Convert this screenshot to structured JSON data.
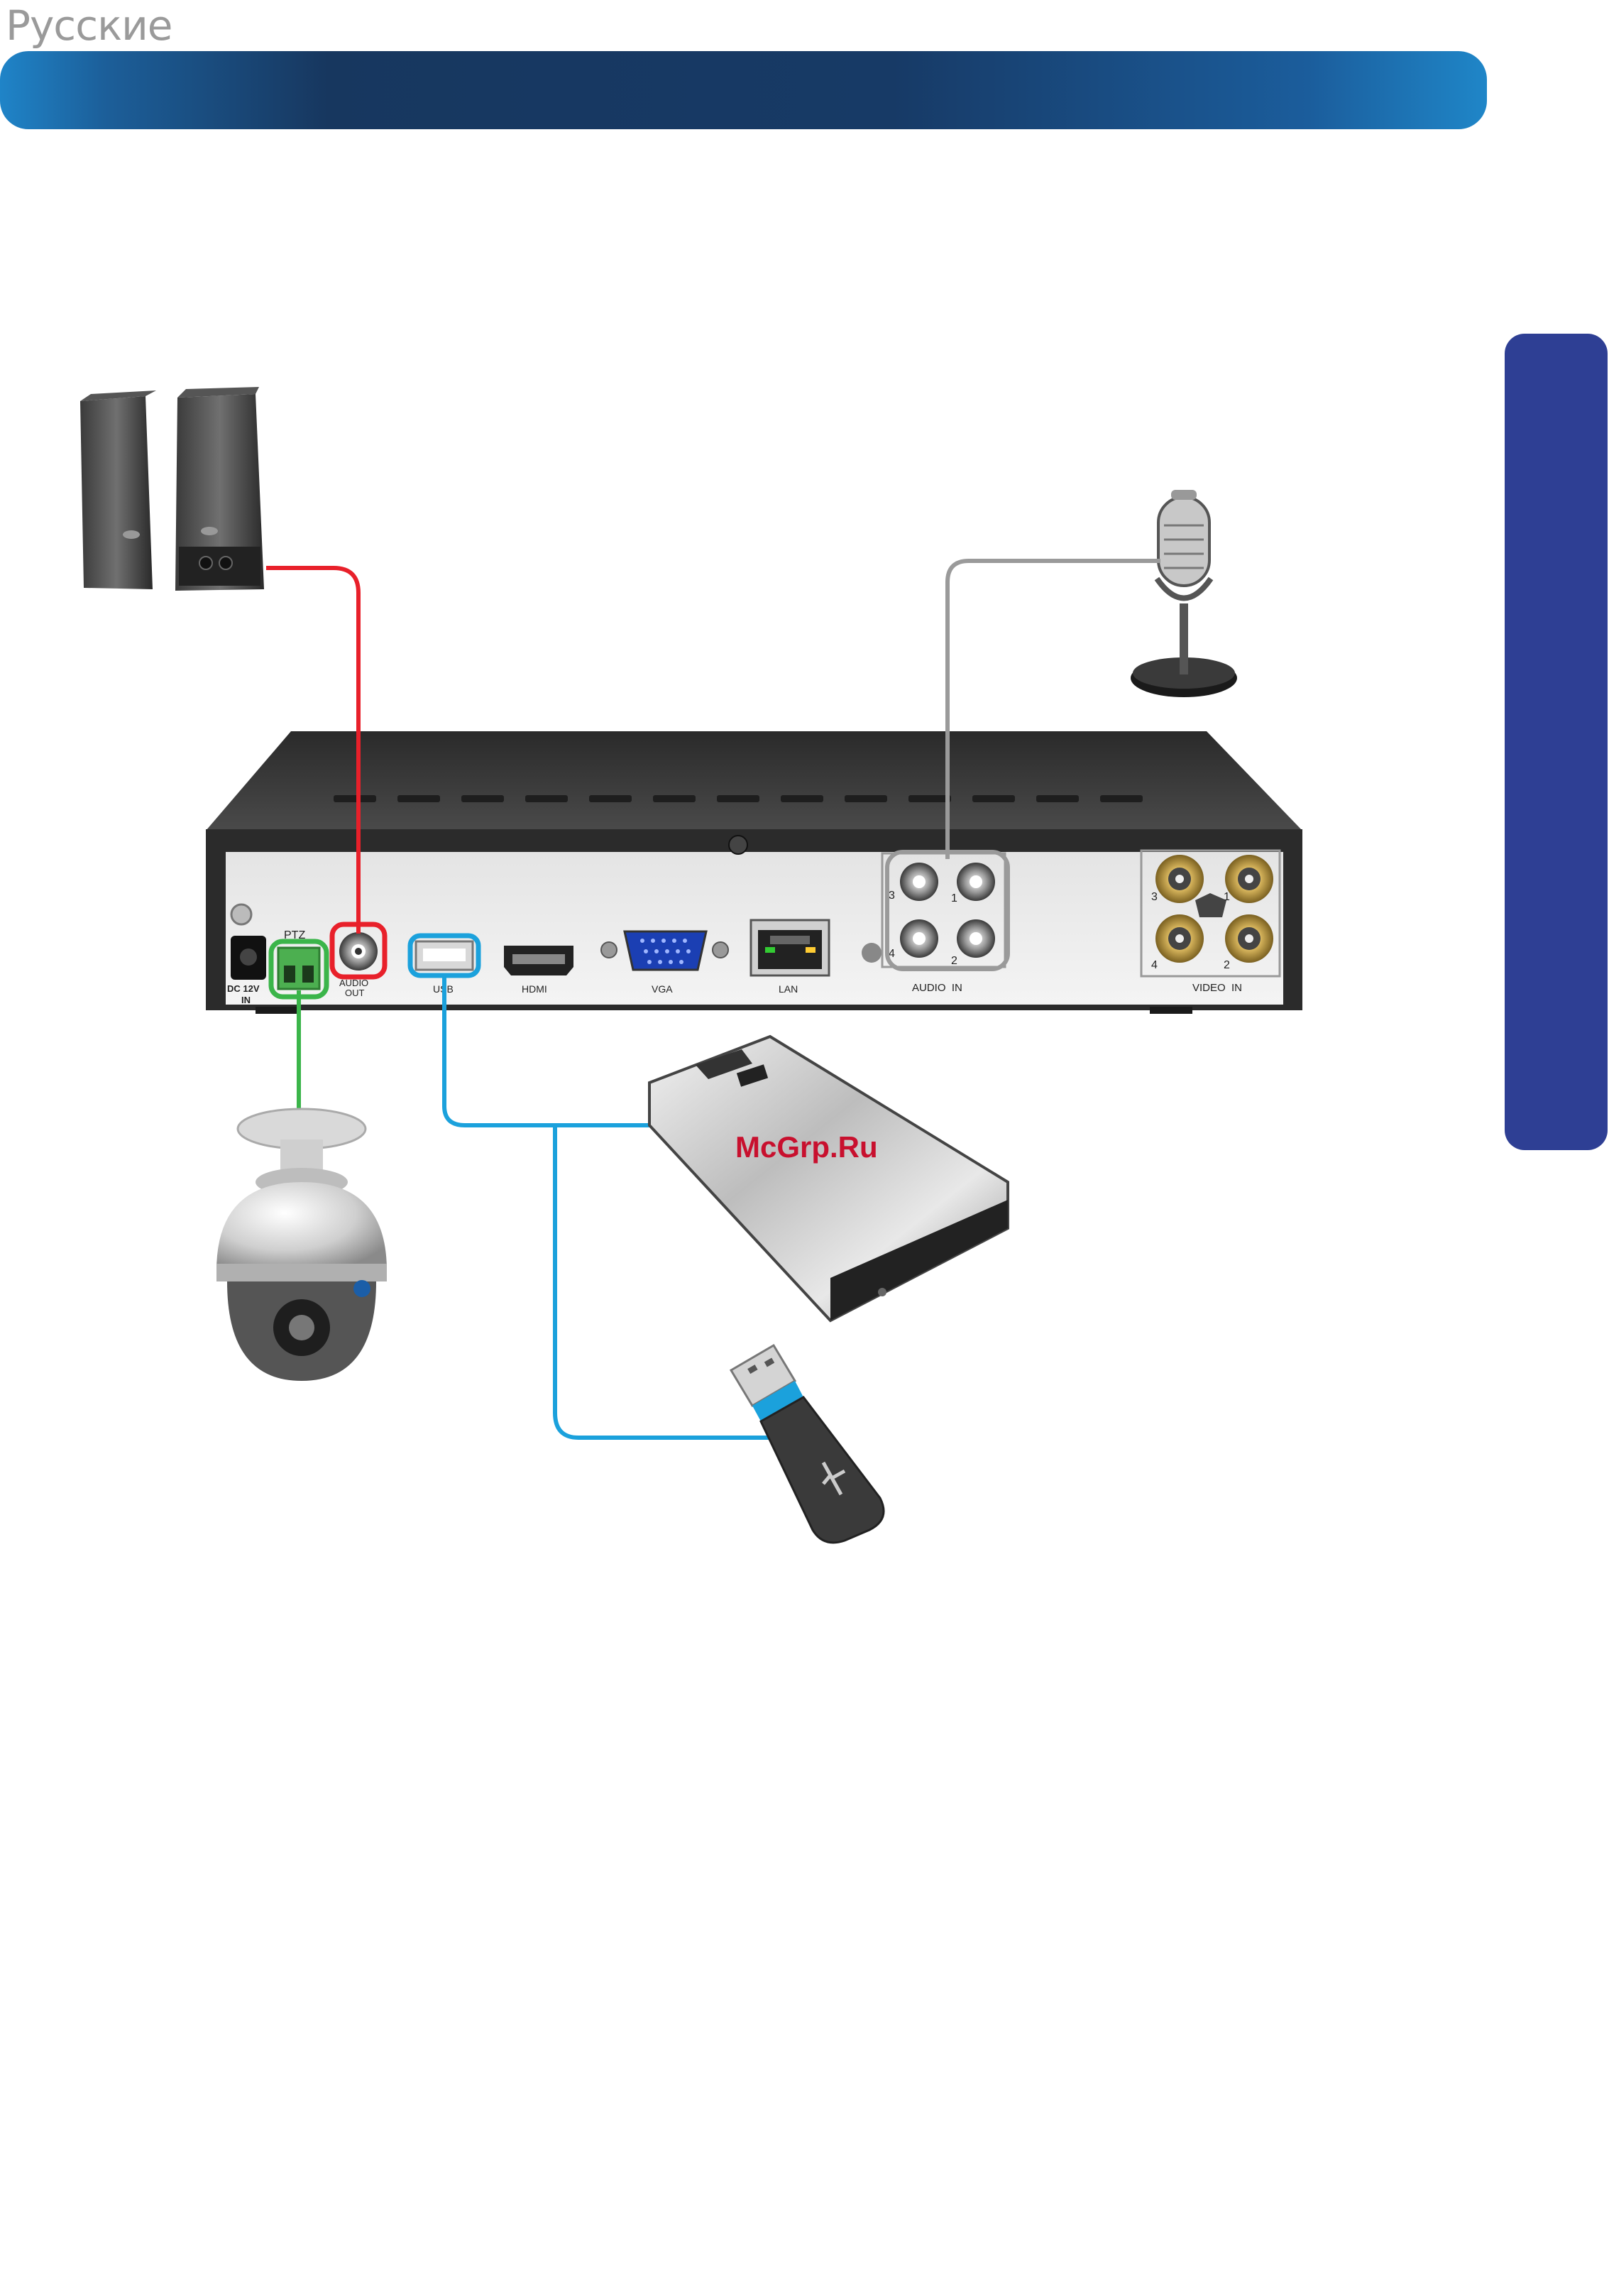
{
  "header": {
    "language": "Русские"
  },
  "side_tab": {
    "text": ""
  },
  "watermark": "McGrp.Ru",
  "dvr_panel": {
    "labels": {
      "dc_line1": "DC 12V",
      "dc_line2": "IN",
      "ptz": "PTZ",
      "audio_out_line1": "AUDIO",
      "audio_out_line2": "OUT",
      "usb": "USB",
      "hdmi": "HDMI",
      "vga": "VGA",
      "lan": "LAN",
      "audio_in": "AUDIO  IN",
      "video_in": "VIDEO  IN"
    },
    "audio_in_numbers": [
      "3",
      "1",
      "4",
      "2"
    ],
    "video_in_numbers": [
      "3",
      "1",
      "4",
      "2"
    ]
  },
  "connections": [
    {
      "from": "speakers",
      "to": "audio-out",
      "color": "#e8202a"
    },
    {
      "from": "microphone",
      "to": "audio-in",
      "color": "#9a9a9a"
    },
    {
      "from": "ptz-camera",
      "to": "ptz",
      "color": "#3bb54a"
    },
    {
      "from": "external-hdd",
      "to": "usb",
      "color": "#1ba1dc"
    },
    {
      "from": "usb-flash-drive",
      "to": "usb",
      "color": "#1ba1dc"
    }
  ],
  "colors": {
    "banner_dark": "#173a66",
    "banner_light": "#1f86c8",
    "side_tab": "#2e3f94"
  }
}
